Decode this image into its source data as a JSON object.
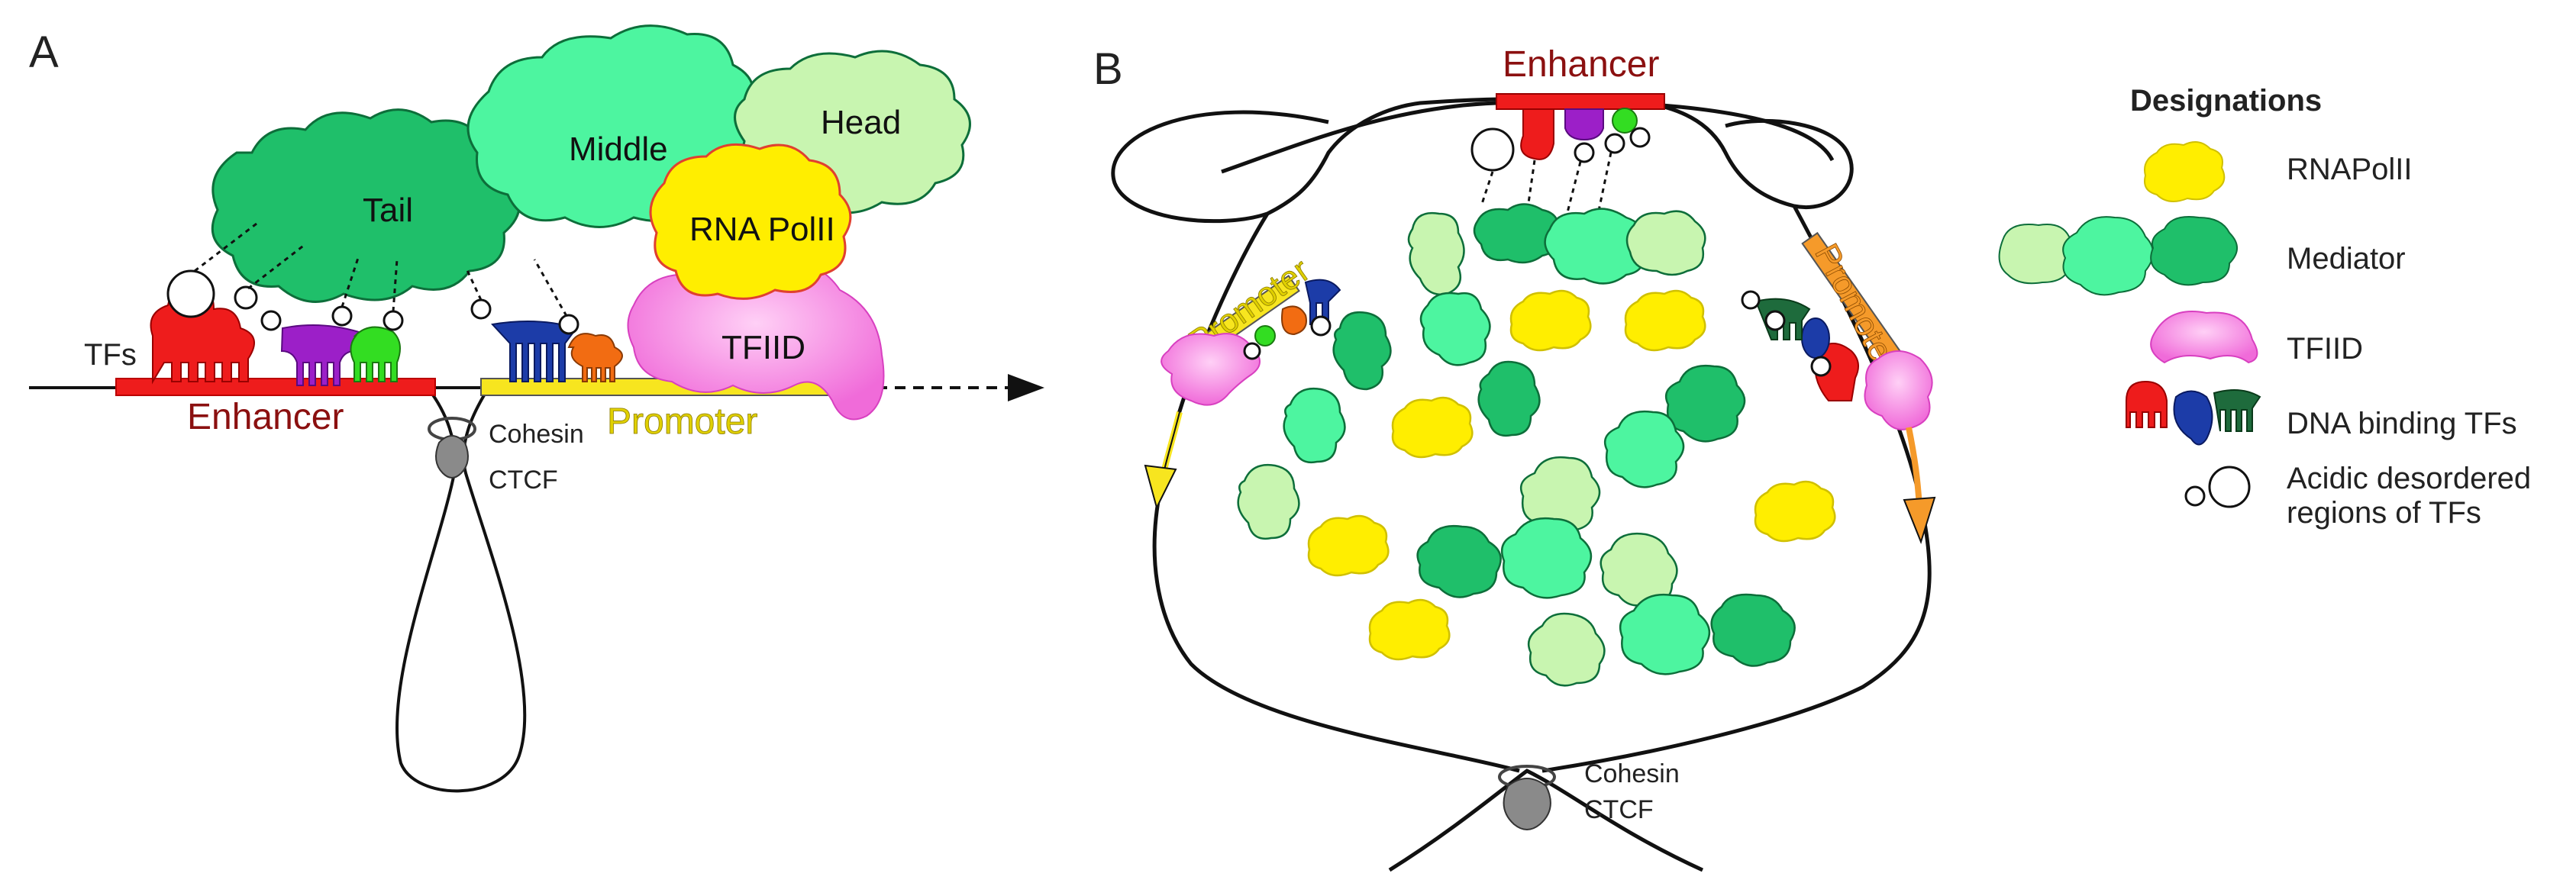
{
  "panel_a": {
    "label": "A",
    "tfs_label": "TFs",
    "enhancer_label": "Enhancer",
    "promoter_label": "Promoter",
    "cohesin_label": "Cohesin",
    "ctcf_label": "CTCF",
    "tail_label": "Tail",
    "middle_label": "Middle",
    "head_label": "Head",
    "rnapol_label": "RNA PolII",
    "tfiid_label": "TFIID"
  },
  "panel_b": {
    "label": "B",
    "enhancer_label": "Enhancer",
    "promoter_left_label": "Promoter",
    "promoter_right_label": "Promoter",
    "cohesin_label": "Cohesin",
    "ctcf_label": "CTCF"
  },
  "legend": {
    "title": "Designations",
    "items": [
      {
        "label": "RNAPolII"
      },
      {
        "label": "Mediator"
      },
      {
        "label": "TFIID"
      },
      {
        "label": "DNA binding TFs"
      },
      {
        "label_line1": "Acidic desordered",
        "label_line2": "regions of TFs"
      }
    ]
  },
  "colors": {
    "enhancer_bar": "#ee1c1c",
    "enhancer_text": "#8b1010",
    "promoter_bar": "#f7e51f",
    "promoter_text": "#e0d000",
    "promoter_orange": "#f59a2a",
    "mediator_dark": "#1fbf6a",
    "mediator_mid": "#4df5a0",
    "mediator_light": "#c8f5b0",
    "rnapol": "#ffee00",
    "tfiid": "#f57ae0",
    "tf_red": "#ee1c1c",
    "tf_purple": "#9c1fc8",
    "tf_green": "#33dd22",
    "tf_blue": "#1c3ca8",
    "tf_orange": "#f26c12",
    "tf_darkgreen": "#1e6b3c",
    "cohesin": "#8a8a8a"
  },
  "icons": [
    "cohesin-ring-icon",
    "ctcf-icon",
    "arrow-icon"
  ]
}
